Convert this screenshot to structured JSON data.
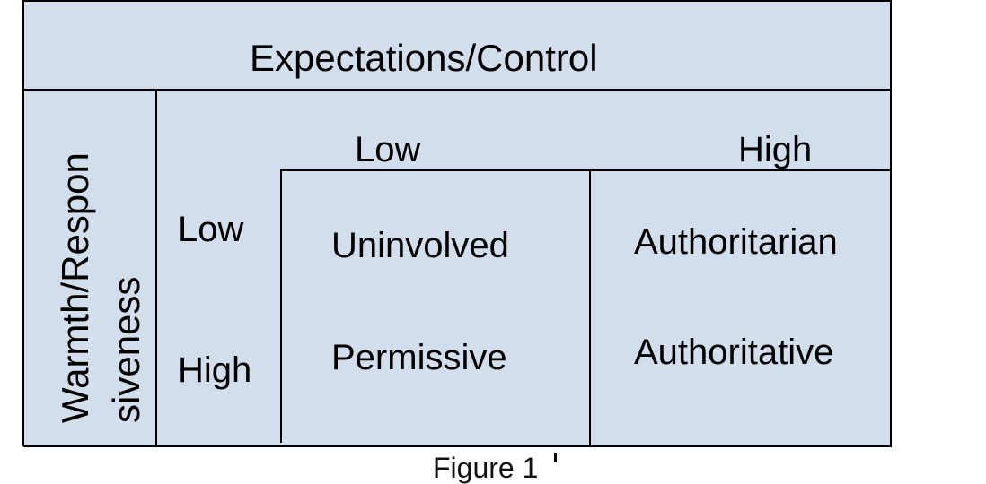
{
  "colors": {
    "fill": "#d3deed",
    "stroke": "#000000",
    "background": "#ffffff"
  },
  "header": {
    "title": "Expectations/Control"
  },
  "axis_y": {
    "title_line1": "Warmth/Respon",
    "title_line2": "siveness"
  },
  "columns": [
    {
      "label": "Low"
    },
    {
      "label": "High"
    }
  ],
  "rows": [
    {
      "label": "Low"
    },
    {
      "label": "High"
    }
  ],
  "cells": {
    "low_low": "Uninvolved",
    "low_high": "Authoritarian",
    "high_low": "Permissive",
    "high_high": "Authoritative"
  },
  "caption": {
    "text": "Figure 1"
  }
}
